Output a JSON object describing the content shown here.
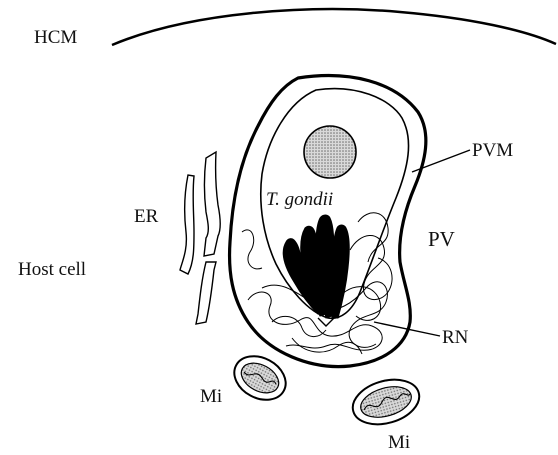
{
  "labels": {
    "hcm": "HCM",
    "er": "ER",
    "host_cell": "Host cell",
    "t_gondii": "T. gondii",
    "pvm": "PVM",
    "pv": "PV",
    "rn": "RN",
    "mi_left": "Mi",
    "mi_right": "Mi"
  }
}
